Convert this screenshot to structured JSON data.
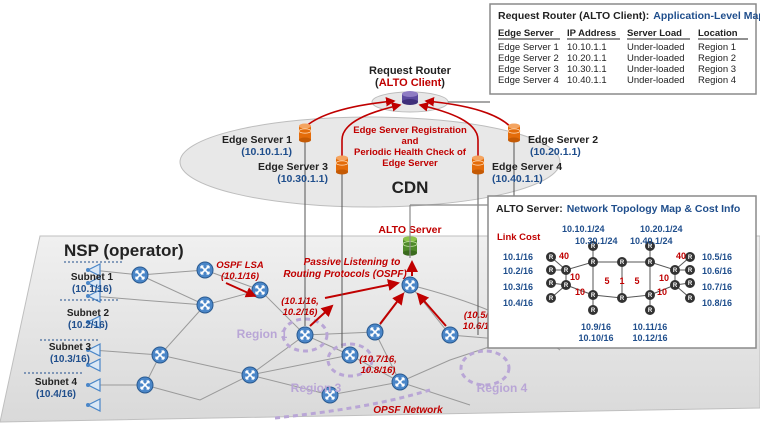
{
  "request_router": {
    "title": "Request Router",
    "client_label": "ALTO Client",
    "client_paren_open": "(",
    "client_paren_close": ")"
  },
  "application_map": {
    "title_prefix": "Request Router (ALTO Client):",
    "title_suffix": "Application-Level Map",
    "headers": [
      "Edge Server",
      "IP Address",
      "Server Load",
      "Location"
    ],
    "rows": [
      [
        "Edge Server 1",
        "10.10.1.1",
        "Under-loaded",
        "Region 1"
      ],
      [
        "Edge Server 2",
        "10.20.1.1",
        "Under-loaded",
        "Region 2"
      ],
      [
        "Edge Server 3",
        "10.30.1.1",
        "Under-loaded",
        "Region 3"
      ],
      [
        "Edge Server 4",
        "10.40.1.1",
        "Under-loaded",
        "Region 4"
      ]
    ]
  },
  "cdn": {
    "label": "CDN",
    "registration_text": [
      "Edge Server Registration",
      "and",
      "Periodic Health Check of",
      "Edge Server"
    ],
    "servers": [
      {
        "name": "Edge Server 1",
        "ip": "(10.10.1.1)"
      },
      {
        "name": "Edge Server 2",
        "ip": "(10.20.1.1)"
      },
      {
        "name": "Edge Server 3",
        "ip": "(10.30.1.1)"
      },
      {
        "name": "Edge Server 4",
        "ip": "(10.40.1.1)"
      }
    ]
  },
  "alto_server": {
    "label": "ALTO Server",
    "passive_text": [
      "Passive Listening to",
      "Routing Protocols (OSPF)"
    ]
  },
  "topology_map": {
    "title_prefix": "ALTO Server:",
    "title_suffix": "Network Topology Map & Cost Info",
    "link_cost_label": "Link Cost",
    "left_prefixes": [
      "10.1/16",
      "10.2/16",
      "10.3/16",
      "10.4/16"
    ],
    "right_prefixes": [
      "10.5/16",
      "10.6/16",
      "10.7/16",
      "10.8/16"
    ],
    "top_prefixes": [
      "10.10.1/24",
      "10.30.1/24",
      "10.20.1/24",
      "10.40.1/24"
    ],
    "bottom_prefixes": [
      "10.9/16",
      "10.10/16",
      "10.11/16",
      "10.12/16"
    ],
    "costs": [
      "40",
      "10",
      "10",
      "5",
      "1",
      "5",
      "10",
      "10",
      "40"
    ],
    "router_letter": "R"
  },
  "nsp": {
    "label": "NSP (operator)",
    "subnets": [
      {
        "name": "Subnet 1",
        "prefix": "(10.1/16)"
      },
      {
        "name": "Subnet 2",
        "prefix": "(10.2/16)"
      },
      {
        "name": "Subnet 3",
        "prefix": "(10.3/16)"
      },
      {
        "name": "Subnet 4",
        "prefix": "(10.4/16)"
      }
    ],
    "ospf_lsa": [
      "OSPF LSA",
      "(10.1/16)"
    ],
    "region1_prefix": [
      "(10.1/16,",
      "10.2/16)"
    ],
    "region3_prefix": [
      "(10.7/16,",
      "10.8/16)"
    ],
    "region4_prefix": [
      "(10.5/",
      "10.6/1"
    ],
    "regions": [
      "Region 1",
      "Region 3",
      "Region 4"
    ],
    "network_label": "OPSF Network"
  },
  "colors": {
    "blue": "#1f4e8c",
    "red": "#c00000",
    "router_blue": "#4a86c8",
    "server_orange": "#e46c0a",
    "alto_green": "#4f8a2a"
  }
}
